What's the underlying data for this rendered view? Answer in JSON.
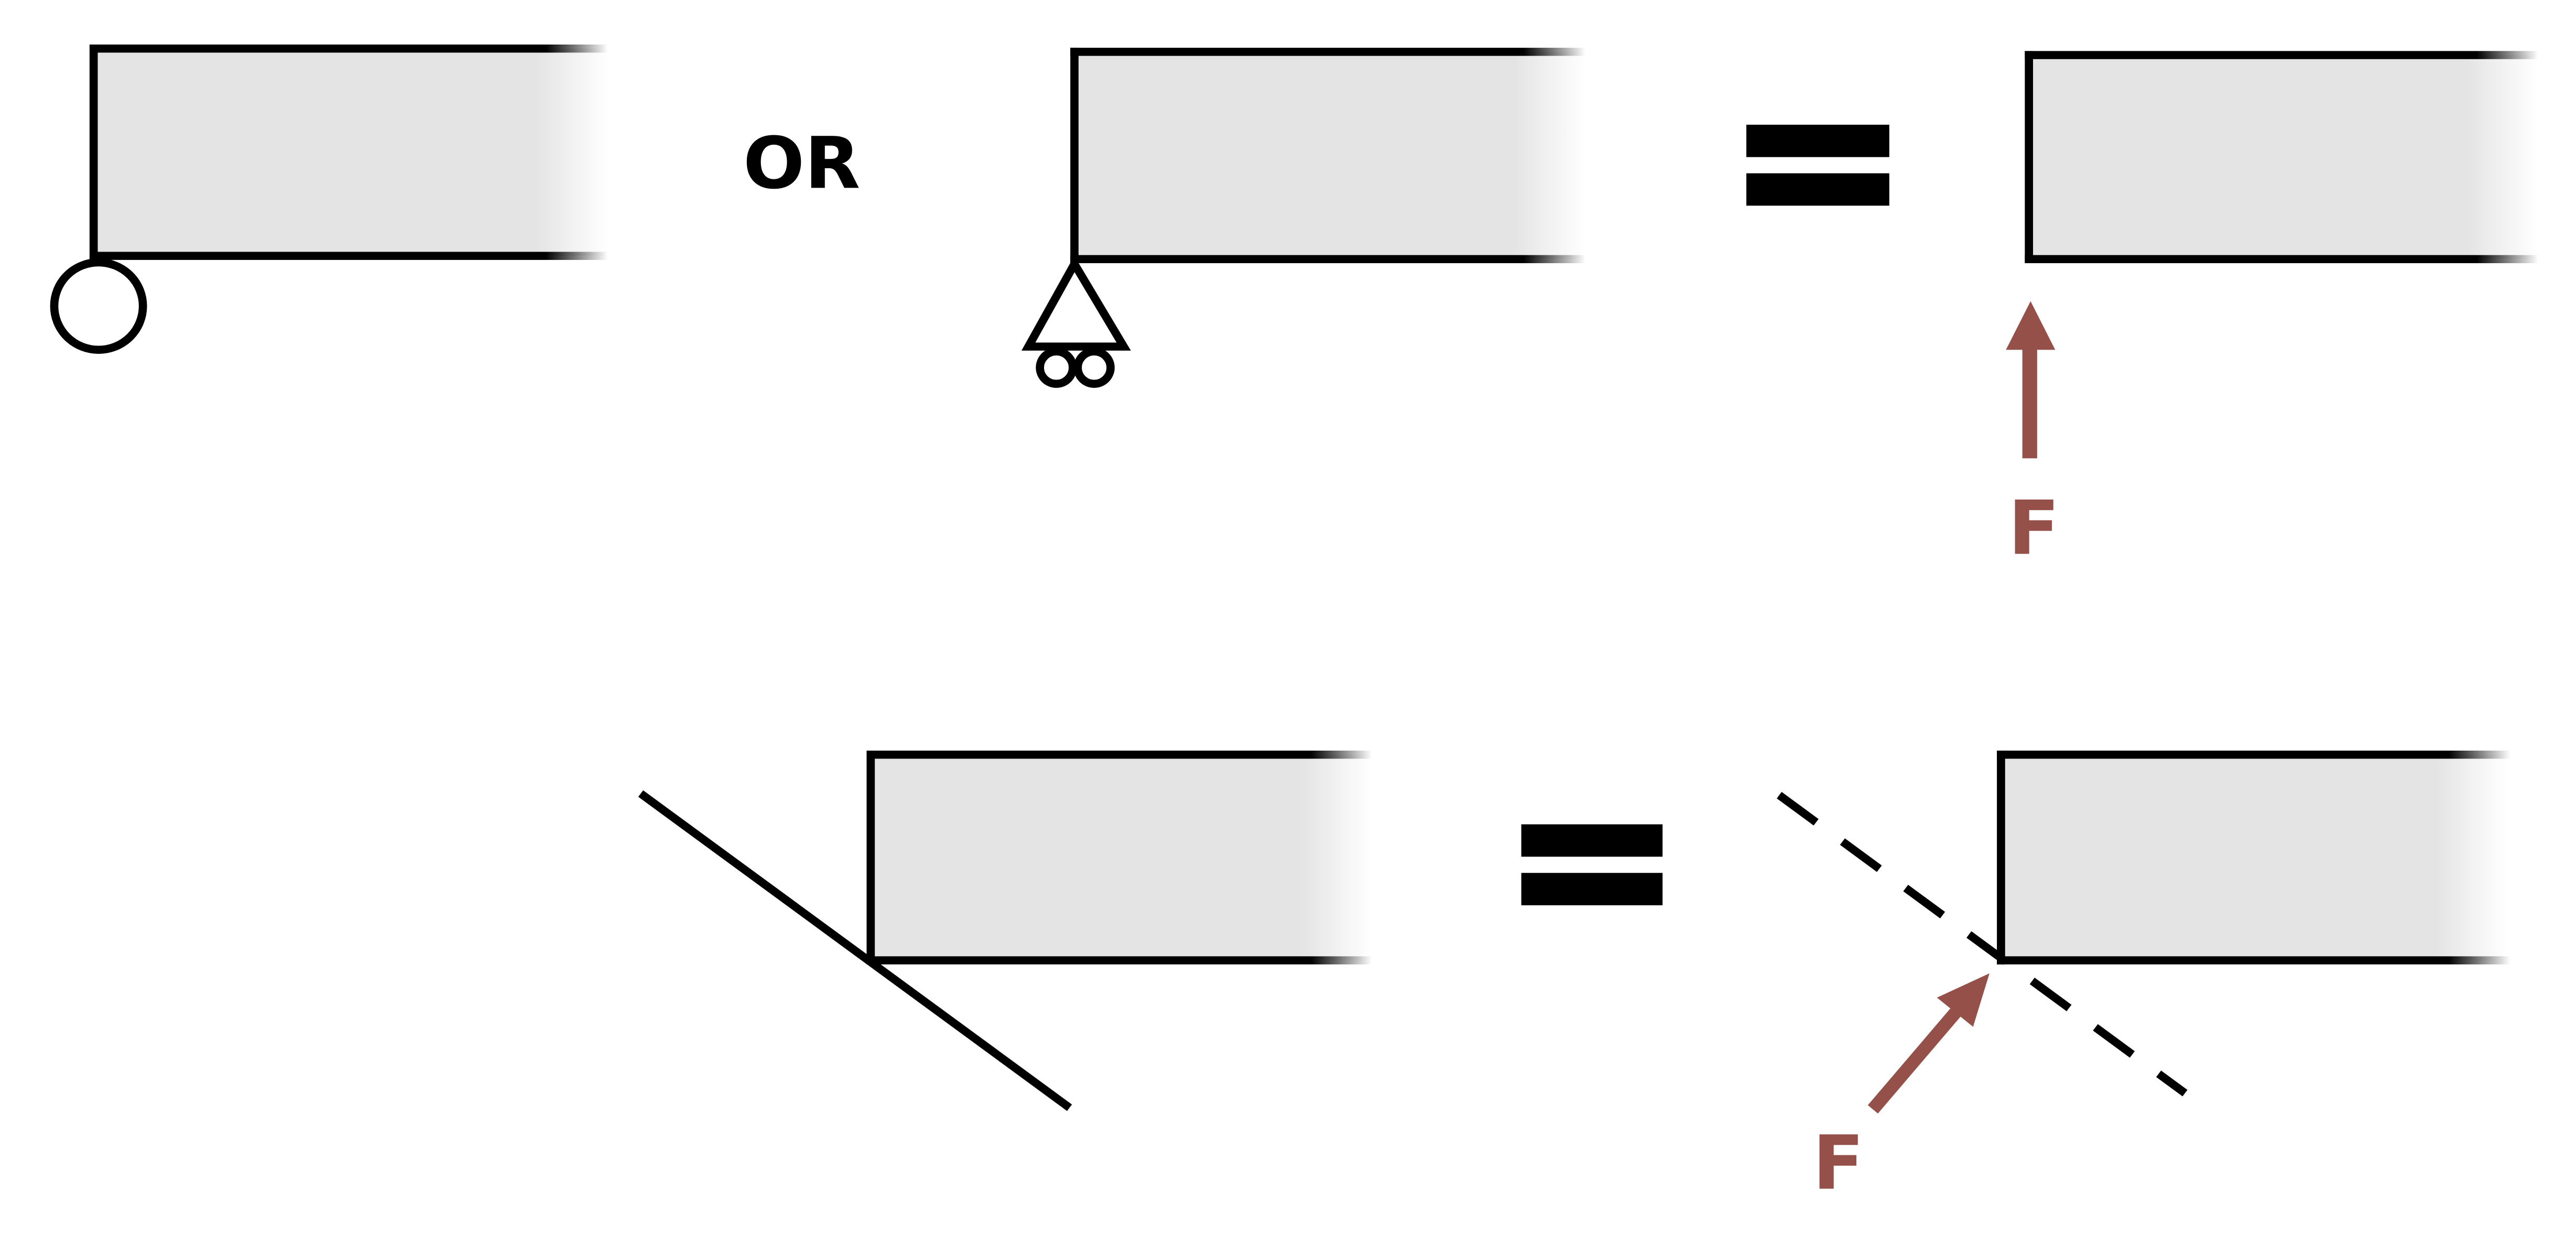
{
  "diagram": {
    "labels": {
      "or": "OR",
      "force_vertical": "F",
      "force_inclined": "F"
    },
    "colors": {
      "beam_fill": "#e4e4e4",
      "outline": "#000000",
      "force": "#96504a",
      "background": "#ffffff"
    },
    "symbols": {
      "equals": "equals-sign"
    }
  }
}
